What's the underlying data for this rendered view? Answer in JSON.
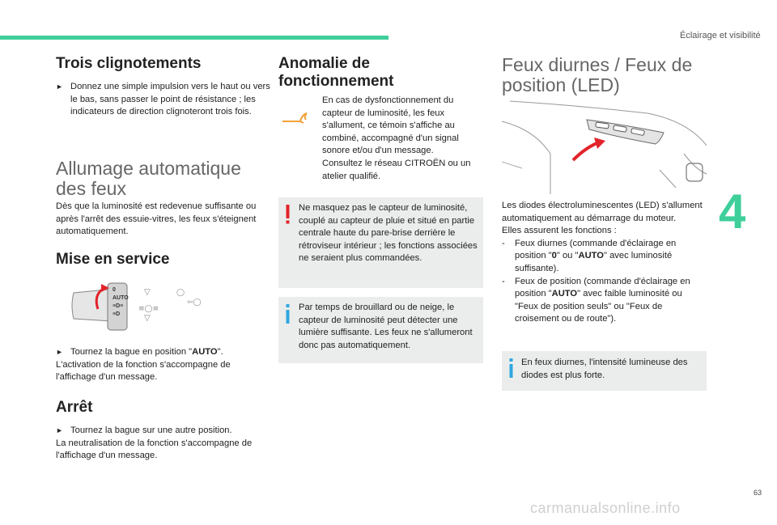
{
  "header": {
    "section_title": "Éclairage et visibilité",
    "chapter_number": "4"
  },
  "col1": {
    "trois": {
      "title": "Trois clignotements",
      "bullet_text": "Donnez une simple impulsion vers le haut ou vers le bas, sans passer le point de résistance ; les indicateurs de direction clignoteront trois fois."
    },
    "allumage": {
      "title_line1": "Allumage automatique",
      "title_line2": "des feux",
      "text": "Dès que la luminosité est redevenue suffisante ou après l'arrêt des essuie-vitres, les feux s'éteignent automatiquement."
    },
    "mise": {
      "title": "Mise en service",
      "stalk_labels": [
        "0",
        "AUTO",
        "≡D≡",
        "≡D"
      ],
      "bullet_pre": "Tournez la bague en position \"",
      "bullet_bold": "AUTO",
      "bullet_post": "\".",
      "text": "L'activation de la fonction s'accompagne de l'affichage d'un message."
    },
    "arret": {
      "title": "Arrêt",
      "bullet_text": "Tournez la bague sur une autre position.",
      "text": "La neutralisation de la fonction s'accompagne de l'affichage d'un message."
    }
  },
  "col2": {
    "anomalie": {
      "title_line1": "Anomalie de",
      "title_line2": "fonctionnement",
      "text": "En cas de dysfonctionnement du capteur de luminosité, les feux s'allument, ce témoin s'affiche au combiné, accompagné d'un signal sonore et/ou d'un message. Consultez le réseau CITROËN ou un atelier qualifié."
    },
    "warning": {
      "text": "Ne masquez pas le capteur de luminosité, couplé au capteur de pluie et situé en partie centrale haute du pare-brise derrière le rétroviseur intérieur ; les fonctions associées ne seraient plus commandées."
    },
    "info": {
      "text": "Par temps de brouillard ou de neige, le capteur de luminosité peut détecter une lumière suffisante. Les feux ne s'allumeront donc pas automatiquement."
    }
  },
  "col3": {
    "feux": {
      "title_line1": "Feux diurnes / Feux de",
      "title_line2": "position (LED)",
      "intro": "Les diodes électroluminescentes (LED) s'allument automatiquement au démarrage du moteur.",
      "intro2": "Elles assurent les fonctions :",
      "item1_pre": "Feux diurnes (commande d'éclairage en position \"",
      "item1_b1": "0",
      "item1_mid": "\" ou \"",
      "item1_b2": "AUTO",
      "item1_post": "\" avec luminosité suffisante).",
      "item2_pre": "Feux de position (commande d'éclairage en position \"",
      "item2_b": "AUTO",
      "item2_post": "\" avec faible luminosité ou \"Feux de position seuls\" ou \"Feux de croisement ou de route\")."
    },
    "info": {
      "text": "En feux diurnes, l'intensité lumineuse des diodes est plus forte."
    }
  },
  "footer": {
    "page_number": "63",
    "watermark": "carmanualsonline.info"
  },
  "colors": {
    "accent": "#3ecf9a",
    "warning": "#e2232a",
    "info": "#2fa6de",
    "box_bg": "#ebedec",
    "anomaly_icon": "#f2a13a"
  },
  "icons": [
    "bullet-arrow-icon",
    "wrench-icon",
    "exclamation-icon",
    "info-icon",
    "arrow-icon"
  ]
}
